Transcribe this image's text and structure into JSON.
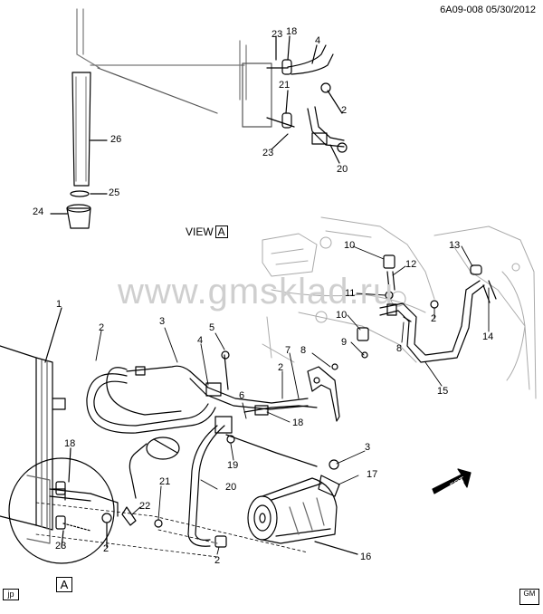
{
  "header": {
    "ref": "6A09-008 05/30/2012"
  },
  "watermark": "www.gmsklad.ru",
  "view_label": "VIEW",
  "view_box": "A",
  "detail_box": "A",
  "corner_tag": "jp",
  "logo_text": "GM",
  "front_arrow": "FRT",
  "callouts": [
    "23",
    "18",
    "4",
    "21",
    "2",
    "26",
    "23",
    "20",
    "25",
    "24",
    "10",
    "12",
    "13",
    "11",
    "10",
    "2",
    "9",
    "8",
    "14",
    "15",
    "1",
    "2",
    "3",
    "5",
    "4",
    "7",
    "8",
    "2",
    "6",
    "18",
    "19",
    "3",
    "17",
    "18",
    "21",
    "22",
    "20",
    "16",
    "23",
    "2",
    "2"
  ]
}
